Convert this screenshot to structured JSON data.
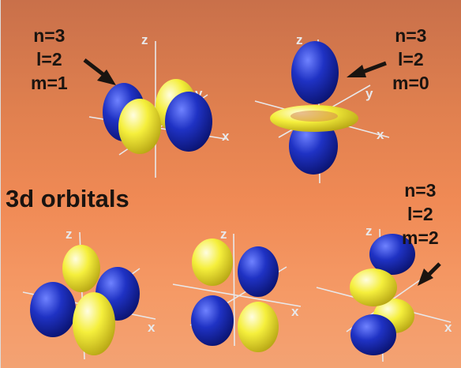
{
  "title": "3d orbitals",
  "orbitals": [
    {
      "n": "n=3",
      "l": "l=2",
      "m": "m=1"
    },
    {
      "n": "n=3",
      "l": "l=2",
      "m": "m=0"
    },
    {
      "n": "n=3",
      "l": "l=2",
      "m": "m=2"
    }
  ],
  "axis_labels": {
    "x": "x",
    "y": "y",
    "z": "z"
  },
  "colors": {
    "lobe_blue": "#1b2fb5",
    "lobe_yellow": "#f2ec3a",
    "axis": "#e8e8ea"
  }
}
